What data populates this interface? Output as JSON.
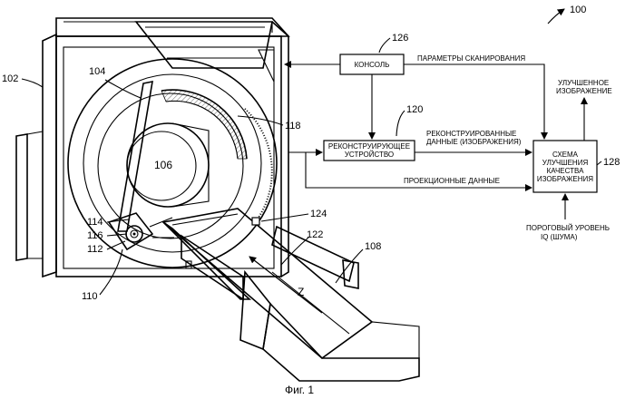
{
  "figure": {
    "number_ref": "100",
    "caption": "Фиг. 1"
  },
  "blocks": {
    "console": {
      "ref": "126",
      "label": "КОНСОЛЬ"
    },
    "reconstructor": {
      "ref": "120",
      "label_line1": "РЕКОНСТРУИРУЮЩЕЕ",
      "label_line2": "УСТРОЙСТВО"
    },
    "enhancer": {
      "ref": "128",
      "label_line1": "СХЕМА",
      "label_line2": "УЛУЧШЕНИЯ",
      "label_line3": "КАЧЕСТВА",
      "label_line4": "ИЗОБРАЖЕНИЯ"
    }
  },
  "signals": {
    "scan_params": "ПАРАМЕТРЫ СКАНИРОВАНИЯ",
    "recon_data_line1": "РЕКОНСТРУИРОВАННЫЕ",
    "recon_data_line2": "ДАННЫЕ (ИЗОБРАЖЕНИЯ)",
    "projection_data": "ПРОЕКЦИОННЫЕ ДАННЫЕ",
    "improved_line1": "УЛУЧШЕННОЕ",
    "improved_line2": "ИЗОБРАЖЕНИЕ",
    "threshold_line1": "ПОРОГОВЫЙ УРОВЕНЬ",
    "threshold_line2": "IQ (ШУМА)"
  },
  "refs": {
    "gantry": "102",
    "rotating": "104",
    "bore": "106",
    "support": "108",
    "tube_base": "110",
    "source": "112",
    "collimator": "114",
    "focal": "116",
    "detector": "118",
    "subject": "122",
    "sensor": "124",
    "axis": "Z"
  }
}
